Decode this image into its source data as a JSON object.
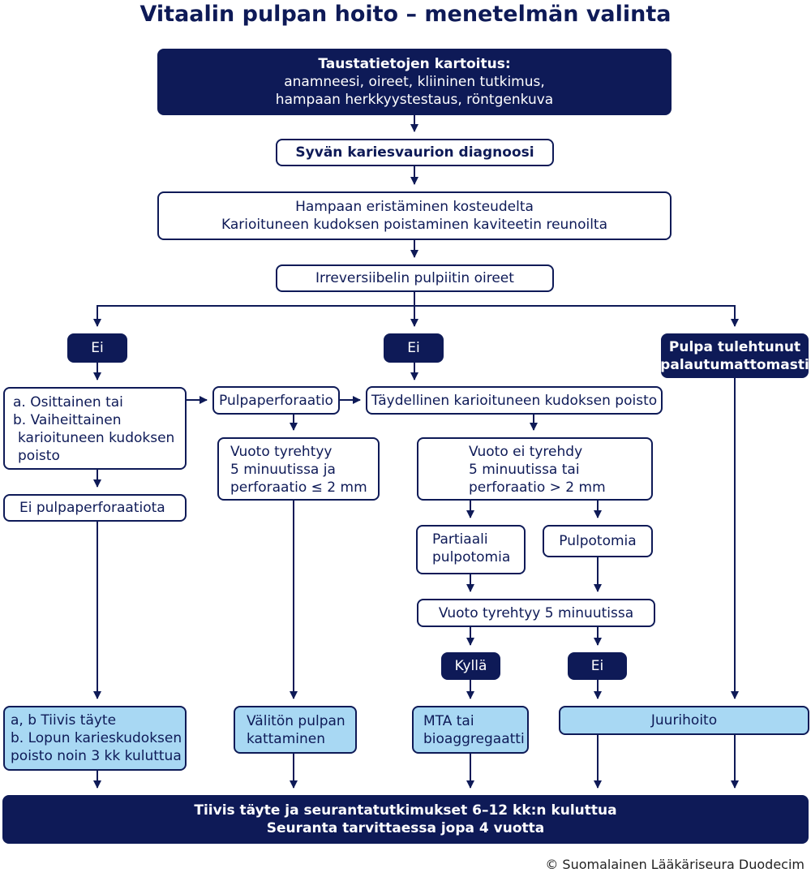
{
  "title": "Vitaalin pulpan hoito – menetelmän valinta",
  "boxes": {
    "taustatiedot": {
      "heading": "Taustatietojen kartoitus:",
      "lines": [
        "anamneesi, oireet, kliininen tutkimus,",
        "hampaan herkkyystestaus, röntgenkuva"
      ]
    },
    "diagnoosi": "Syvän kariesvaurion diagnoosi",
    "eristaminen": [
      "Hampaan eristäminen kosteudelta",
      "Karioituneen kudoksen poistaminen kaviteetin reunoilta"
    ],
    "oireet": "Irreversiibelin pulpiitin oireet",
    "ei_left": "Ei",
    "ei_mid": "Ei",
    "pulpa_tulehtunut": [
      "Pulpa tulehtunut",
      "palautumattomasti"
    ],
    "osittainen": [
      "a. Osittainen tai",
      "b. Vaiheittainen",
      "karioituneen kudoksen",
      "poisto"
    ],
    "pulpaperforaatio": "Pulpaperforaatio",
    "taydellinen": "Täydellinen karioituneen kudoksen poisto",
    "ei_perforaatiota": "Ei pulpaperforaatiota",
    "vuoto_tyrehtyy": [
      "Vuoto tyrehtyy",
      "5 minuutissa ja",
      "perforaatio ≤ 2 mm"
    ],
    "vuoto_ei": [
      "Vuoto ei tyrehdy",
      "5 minuutissa tai",
      "perforaatio > 2 mm"
    ],
    "partiaali": [
      "Partiaali",
      "pulpotomia"
    ],
    "pulpotomia": "Pulpotomia",
    "vuoto_5min": "Vuoto tyrehtyy 5 minuutissa",
    "kylla": "Kyllä",
    "ei_bottom": "Ei",
    "tiivis_taytte": [
      "a, b Tiivis täyte",
      "b. Lopun karieskudoksen",
      "poisto noin 3 kk kuluttua"
    ],
    "valiton": [
      "Välitön pulpan",
      "kattaminen"
    ],
    "mta": [
      "MTA tai",
      "bioaggregaatti"
    ],
    "juurihoito": "Juurihoito",
    "final": [
      "Tiivis täyte ja seurantatutkimukset 6–12 kk:n kuluttua",
      "Seuranta tarvittaessa jopa 4 vuotta"
    ]
  },
  "copyright": "© Suomalainen Lääkäriseura Duodecim",
  "colors": {
    "dark_navy": "#0e1a57",
    "light_blue": "#a8d8f3",
    "white": "#ffffff"
  }
}
